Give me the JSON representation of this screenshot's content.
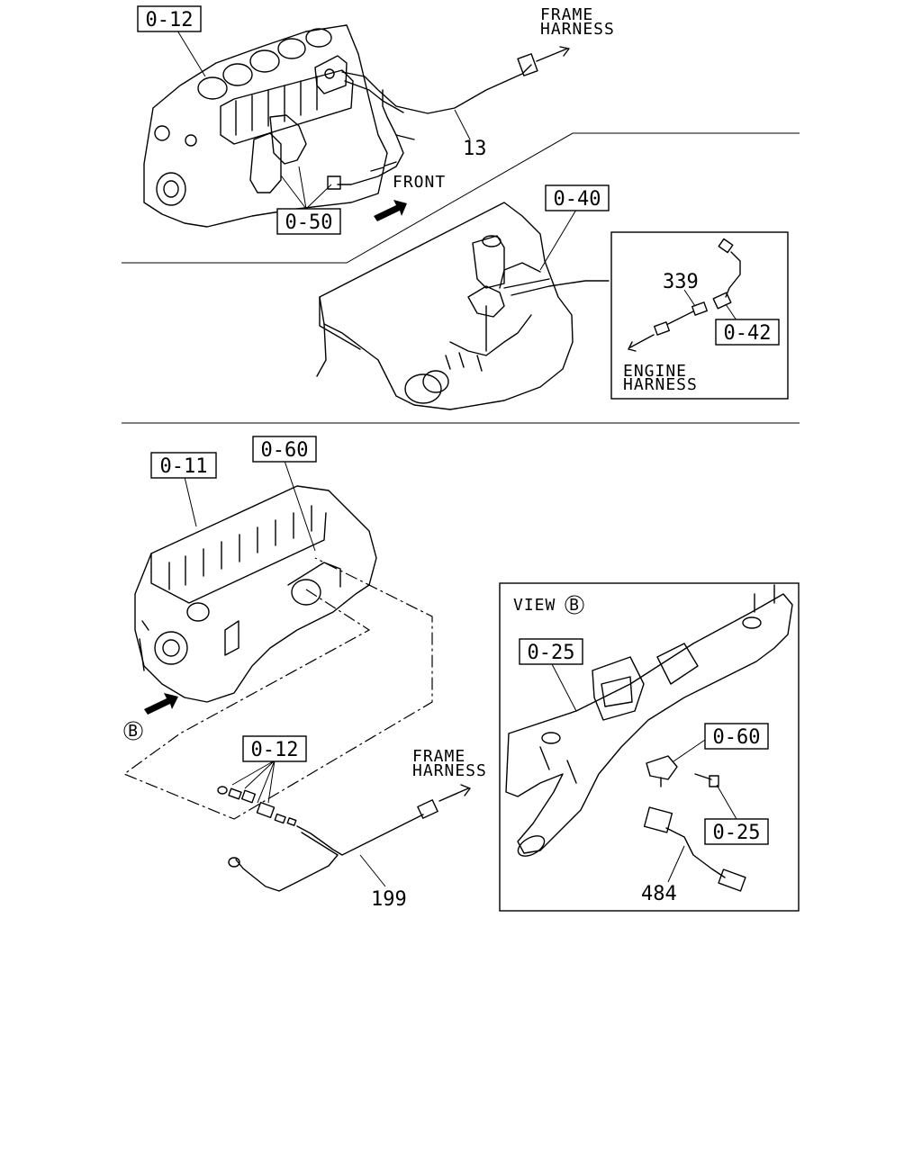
{
  "section1": {
    "ref_engine": "0-12",
    "frame_harness_line1": "FRAME",
    "frame_harness_line2": "HARNESS",
    "part_13": "13",
    "front_label": "FRONT",
    "ref_sensor": "0-50"
  },
  "section2": {
    "ref_engine": "0-40",
    "part_339": "339",
    "ref_connector": "0-42",
    "engine_harness_line1": "ENGINE",
    "engine_harness_line2": "HARNESS"
  },
  "section3": {
    "ref_engine": "0-11",
    "ref_sensor_top": "0-60",
    "view_marker": "B",
    "ref_sensors": "0-12",
    "frame_harness_line1": "FRAME",
    "frame_harness_line2": "HARNESS",
    "part_199": "199"
  },
  "view_b": {
    "title": "VIEW",
    "marker": "B",
    "ref_manifold": "0-25",
    "ref_sensor": "0-60",
    "ref_bolt": "0-25",
    "part_484": "484"
  }
}
